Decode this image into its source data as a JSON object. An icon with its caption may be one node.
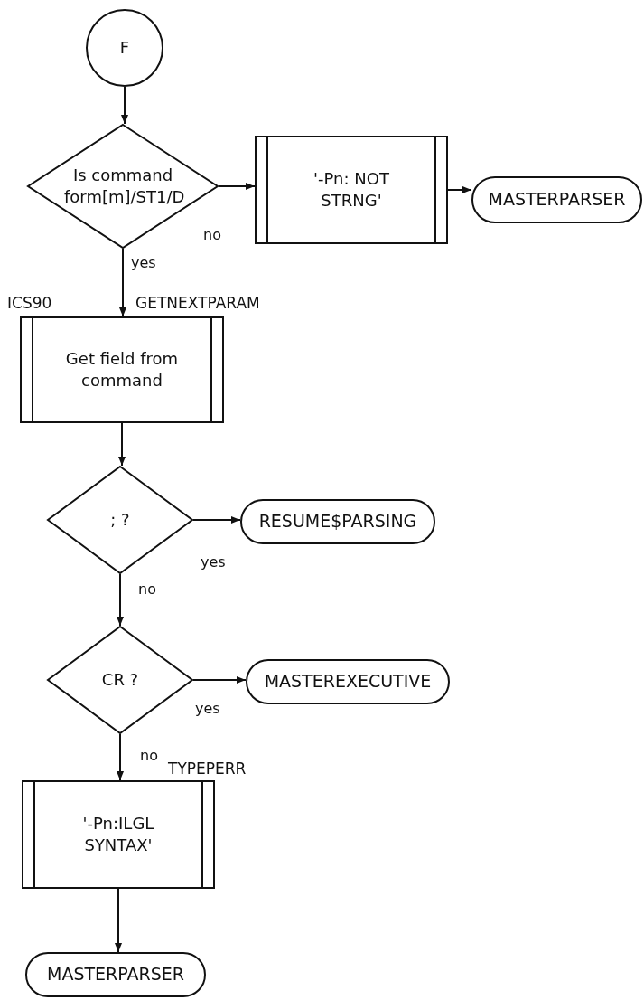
{
  "diagram": {
    "nodes": [
      {
        "text": [
          "F"
        ]
      },
      {
        "text": [
          "Is command form[m]/ST1/D"
        ]
      },
      {
        "text": [
          "'-Pn: NOT STRNG'"
        ]
      },
      {
        "text": [
          "MASTERPARSER"
        ]
      },
      {
        "text": [
          "Get field from command"
        ],
        "beside": [
          "ICS90",
          "GETNEXTPARAM"
        ]
      },
      {
        "text": [
          "; ?"
        ]
      },
      {
        "text": [
          "RESUME$PARSING"
        ]
      },
      {
        "text": [
          "CR ?"
        ]
      },
      {
        "text": [
          "MASTEREXECUTIVE"
        ]
      },
      {
        "text": [
          "'-Pn:ILGL SYNTAX'"
        ],
        "beside": [
          "TYPEPERR"
        ]
      },
      {
        "text": [
          "MASTERPARSER"
        ]
      }
    ],
    "edges": [
      {
        "from": 0,
        "to": 1,
        "arrow": "to"
      },
      {
        "from": 1,
        "to": 2,
        "arrow": "to",
        "label": "no"
      },
      {
        "from": 2,
        "to": 3,
        "arrow": "to"
      },
      {
        "from": 1,
        "to": 4,
        "arrow": "to",
        "label": "yes"
      },
      {
        "from": 4,
        "to": 5,
        "arrow": "to"
      },
      {
        "from": 5,
        "to": 6,
        "arrow": "to",
        "label": "yes"
      },
      {
        "from": 5,
        "to": 7,
        "arrow": "to",
        "label": "no"
      },
      {
        "from": 7,
        "to": 8,
        "arrow": "to",
        "label": "yes"
      },
      {
        "from": 7,
        "to": 9,
        "arrow": "to",
        "label": "no"
      },
      {
        "from": 9,
        "to": 10,
        "arrow": "to"
      }
    ]
  }
}
